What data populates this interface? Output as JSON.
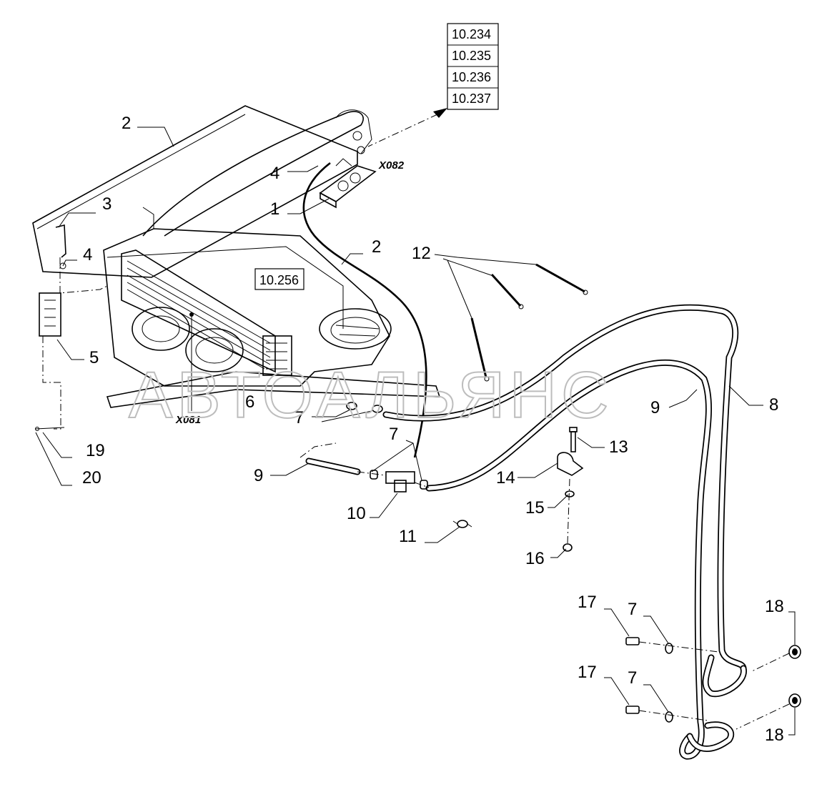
{
  "references": {
    "top_stack": [
      "10.234",
      "10.235",
      "10.236",
      "10.237"
    ],
    "heater_ref": "10.256"
  },
  "connectors": {
    "upper": "X082",
    "lower": "X081"
  },
  "watermark": "АВТОАЛЬЯНС",
  "callouts": {
    "c2_top": "2",
    "c3": "3",
    "c4_left": "4",
    "c4_top": "4",
    "c1": "1",
    "c2_mid": "2",
    "c12": "12",
    "c5": "5",
    "c6": "6",
    "c7_a": "7",
    "c7_b": "7",
    "c9_a": "9",
    "c8": "8",
    "c9_b": "9",
    "c13": "13",
    "c14": "14",
    "c15": "15",
    "c10": "10",
    "c11": "11",
    "c16": "16",
    "c19": "19",
    "c20": "20",
    "c17_a": "17",
    "c7_c": "7",
    "c18_a": "18",
    "c17_b": "17",
    "c7_d": "7",
    "c18_b": "18"
  }
}
